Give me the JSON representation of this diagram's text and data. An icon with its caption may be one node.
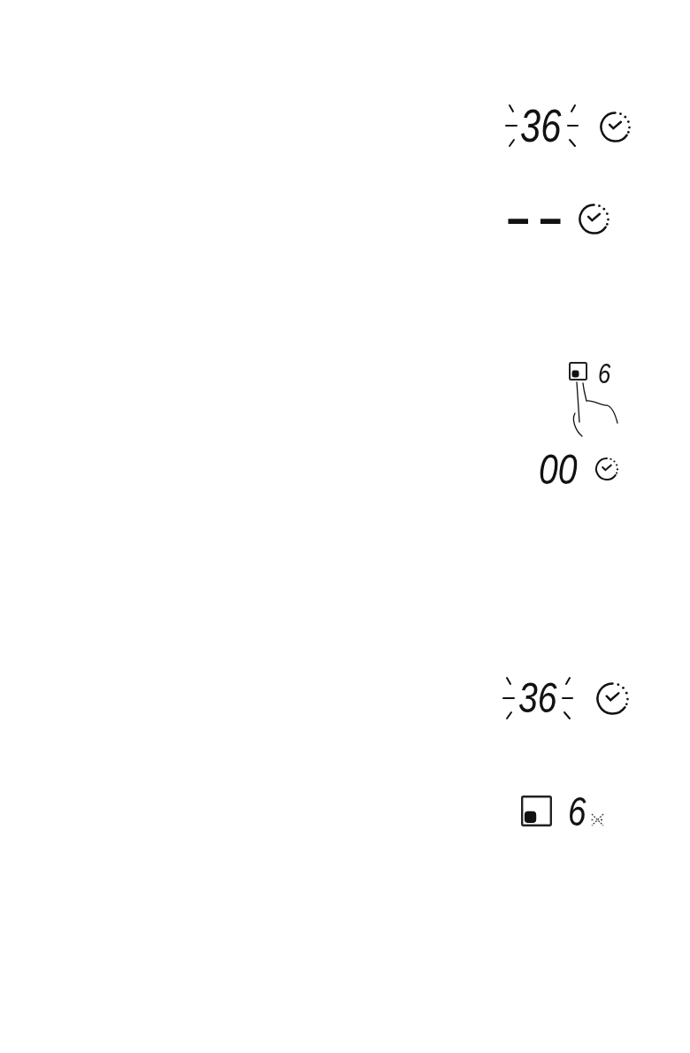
{
  "diagram": {
    "labels": [
      "36",
      "- -",
      "6",
      "00",
      "36",
      "6"
    ]
  }
}
